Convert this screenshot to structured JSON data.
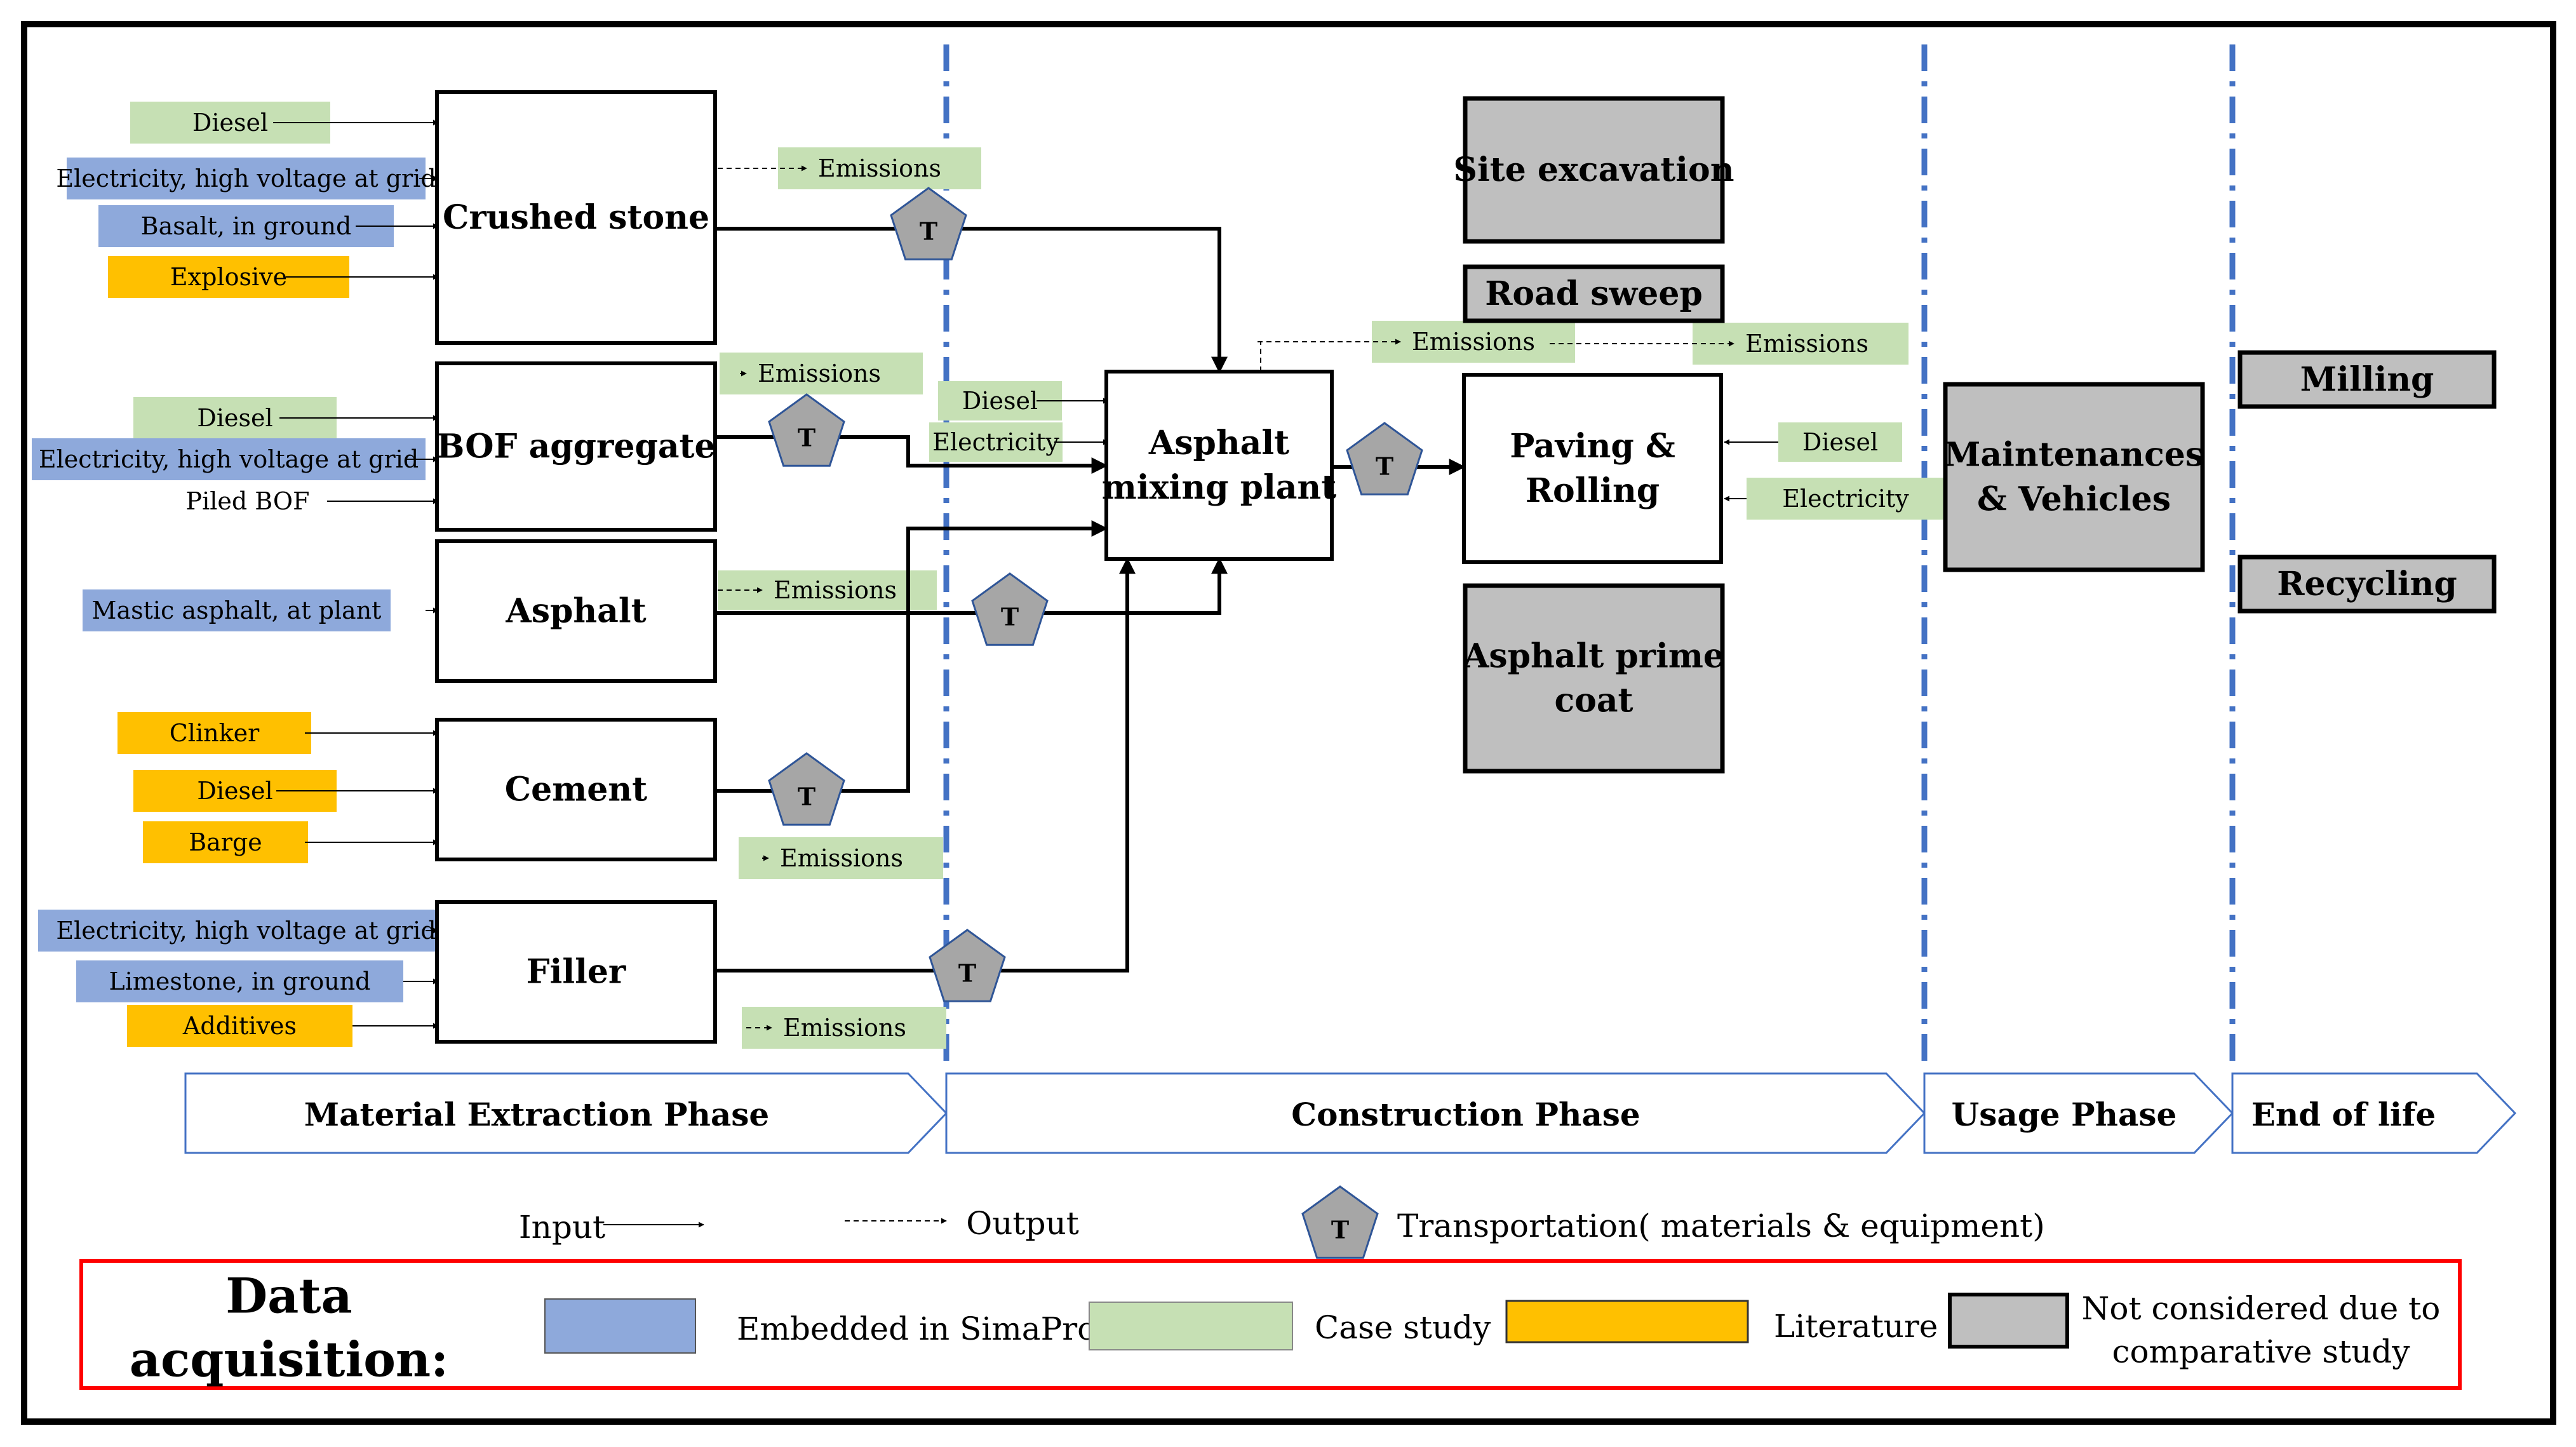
{
  "colors": {
    "embedded": "#8ea9db",
    "case_study": "#c6e0b4",
    "literature": "#ffc000",
    "not_considered": "#bfbfbf",
    "phase_divider": "#4472c4",
    "legend_border": "#ff0000"
  },
  "processes": {
    "crushed_stone": "Crushed stone",
    "bof_aggregate": "BOF aggregate",
    "asphalt": "Asphalt",
    "cement": "Cement",
    "filler": "Filler",
    "asphalt_plant_l1": "Asphalt",
    "asphalt_plant_l2": "mixing plant",
    "paving_l1": "Paving &",
    "paving_l2": "Rolling",
    "site_excavation": "Site excavation",
    "road_sweep": "Road sweep",
    "prime_coat_l1": "Asphalt prime",
    "prime_coat_l2": "coat",
    "maintenance_l1": "Maintenances",
    "maintenance_l2": "& Vehicles",
    "milling": "Milling",
    "recycling": "Recycling"
  },
  "inputs": {
    "cs_diesel": "Diesel",
    "cs_electricity": "Electricity, high voltage at grid",
    "cs_basalt": "Basalt, in ground",
    "cs_explosive": "Explosive",
    "bof_diesel": "Diesel",
    "bof_electricity": "Electricity, high voltage at grid",
    "bof_piled": "Piled BOF",
    "asphalt_mastic": "Mastic asphalt, at plant",
    "cement_clinker": "Clinker",
    "cement_diesel": "Diesel",
    "cement_barge": "Barge",
    "filler_electricity": "Electricity, high voltage at grid",
    "filler_limestone": "Limestone, in ground",
    "filler_additives": "Additives",
    "plant_diesel": "Diesel",
    "plant_electricity": "Electricity",
    "paving_diesel": "Diesel",
    "paving_electricity": "Electricity"
  },
  "emissions": {
    "cs": "Emissions",
    "bof": "Emissions",
    "asphalt": "Emissions",
    "cement": "Emissions",
    "filler": "Emissions",
    "plant": "Emissions",
    "paving": "Emissions"
  },
  "transport_label": "T",
  "phases": {
    "material": "Material Extraction Phase",
    "construction": "Construction Phase",
    "usage": "Usage Phase",
    "end_of_life": "End of life"
  },
  "legend": {
    "input": "Input",
    "output": "Output",
    "transport": "Transportation( materials & equipment)",
    "data_acq_l1": "Data",
    "data_acq_l2": "acquisition:",
    "embedded": "Embedded in SimaPro",
    "case_study": "Case study",
    "literature": "Literature",
    "not_considered_l1": "Not considered due to",
    "not_considered_l2": "comparative study"
  }
}
